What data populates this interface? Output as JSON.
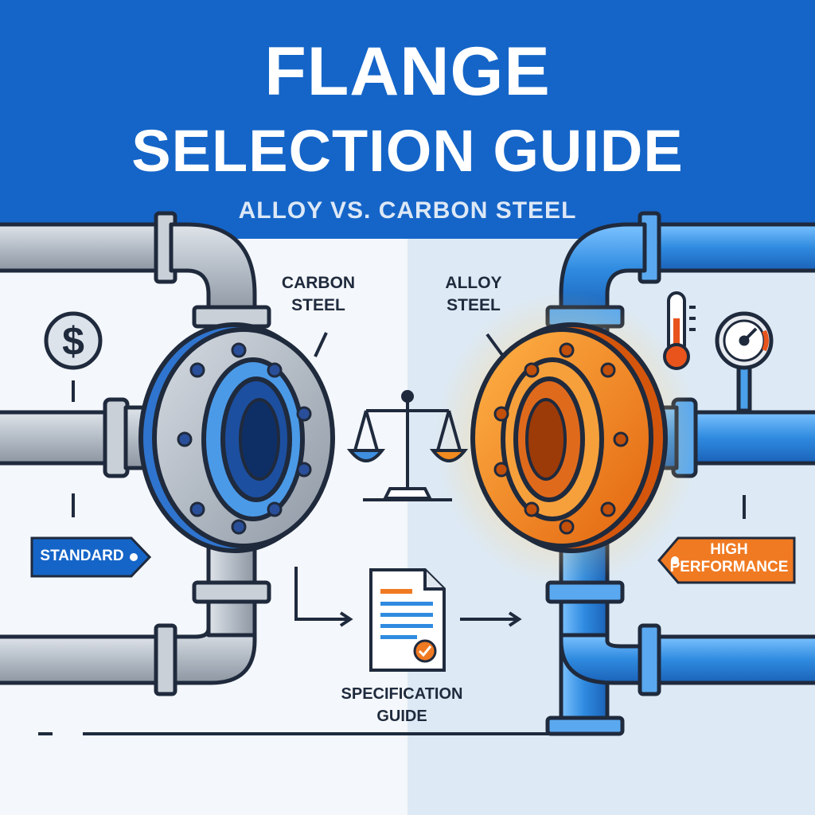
{
  "header": {
    "title_line1": "FLANGE",
    "title_line2": "SELECTION GUIDE",
    "subtitle": "ALLOY VS. CARBON STEEL"
  },
  "left": {
    "label_line1": "CARBON",
    "label_line2": "STEEL",
    "tag": "STANDARD",
    "icon": "dollar-icon"
  },
  "right": {
    "label_line1": "ALLOY",
    "label_line2": "STEEL",
    "tag_line1": "HIGH",
    "tag_line2": "PERFORMANCE",
    "icons": [
      "thermometer-icon",
      "pressure-gauge-icon"
    ]
  },
  "center": {
    "icon": "balance-scale-icon",
    "doc_icon": "specification-document-icon",
    "doc_line1": "SPECIFICATION",
    "doc_line2": "GUIDE"
  },
  "colors": {
    "banner": "#1565c8",
    "carbon_steel": "#a9b2bc",
    "alloy_steel": "#f28a1f",
    "pipe_blue": "#2f8be0",
    "outline": "#1f2a3d"
  }
}
